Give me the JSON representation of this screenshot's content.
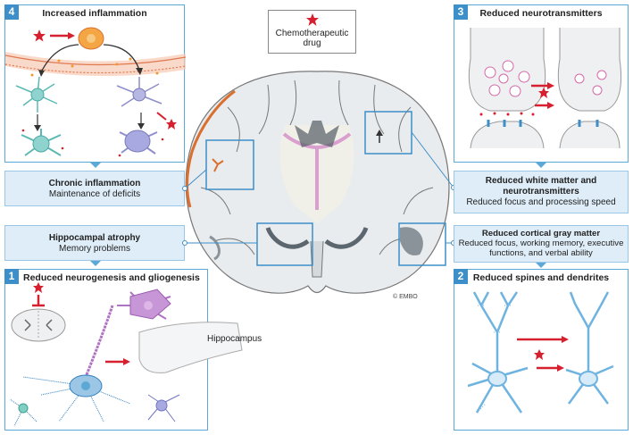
{
  "legend": {
    "label": "Chemotherapeutic drug",
    "icon": "star-drug-icon"
  },
  "panel4": {
    "number": "4",
    "title": "Increased inflammation"
  },
  "panel3": {
    "number": "3",
    "title": "Reduced neurotransmitters"
  },
  "panel1": {
    "number": "1",
    "title": "Reduced neurogenesis and gliogenesis",
    "hippocampus_label": "Hippocampus"
  },
  "panel2": {
    "number": "2",
    "title": "Reduced spines and dendrites"
  },
  "info": {
    "chronic": {
      "title": "Chronic inflammation",
      "sub": "Maintenance of deficits"
    },
    "hippocampal": {
      "title": "Hippocampal atrophy",
      "sub": "Memory problems"
    },
    "white": {
      "title": "Reduced white matter and neurotransmitters",
      "sub": "Reduced focus and processing speed"
    },
    "gray": {
      "title": "Reduced cortical gray matter",
      "sub": "Reduced focus, working memory, executive functions, and verbal ability"
    }
  },
  "copyright": "© EMBO",
  "colors": {
    "accent_blue": "#3c8fc8",
    "info_bg": "#deedf8",
    "drug_red": "#d6202f",
    "brain_gray": "#e9ecef",
    "orange": "#d9702f"
  }
}
